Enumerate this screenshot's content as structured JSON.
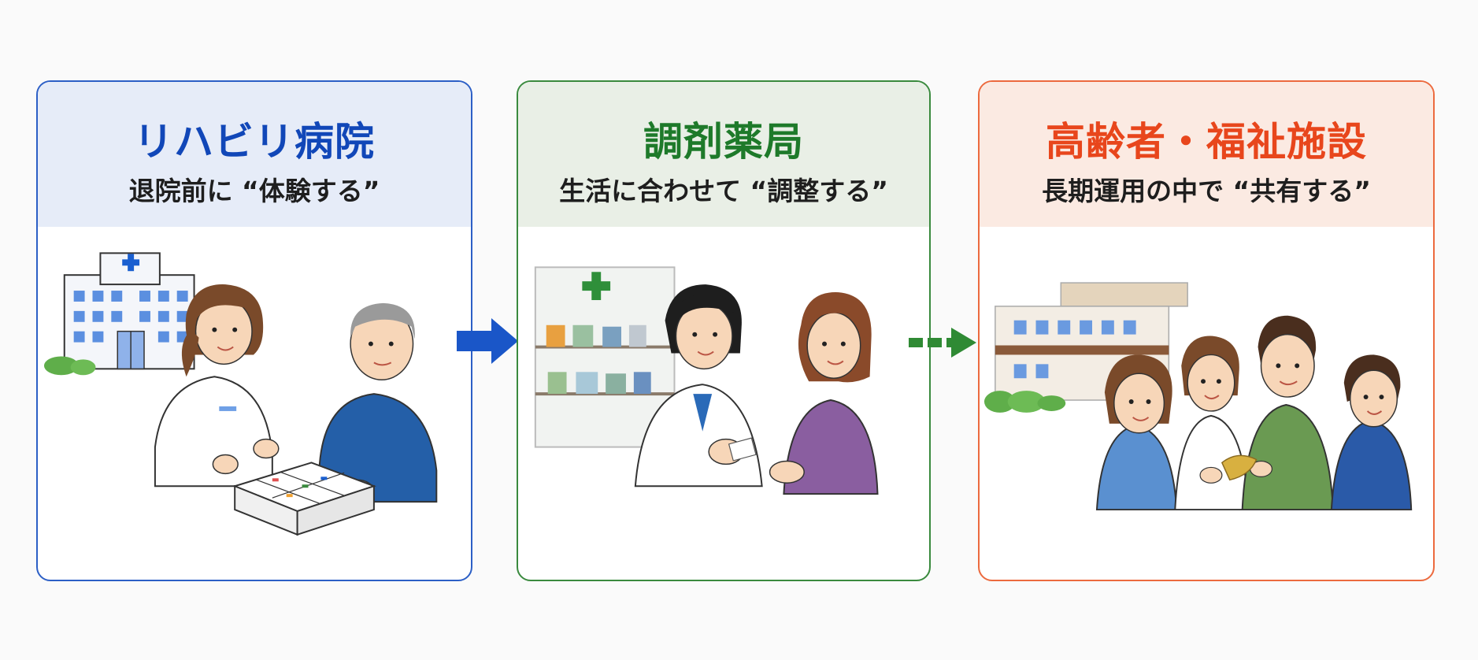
{
  "colors": {
    "blue_accent": "#1147b8",
    "blue_border": "#2c5fc6",
    "blue_head": "#e6ecf8",
    "green_accent": "#1e7a2a",
    "green_border": "#3a8a3e",
    "green_head": "#e9efe6",
    "orange_accent": "#e8461c",
    "orange_border": "#ec6a3e",
    "orange_head": "#fbeae2"
  },
  "panels": [
    {
      "title": "リハビリ病院",
      "subtitle": "退院前に “体験する”",
      "illustration": "hospital-staff-explaining-pill-organizer-to-elderly-man-icon"
    },
    {
      "title": "調剤薬局",
      "subtitle": "生活に合わせて “調整する”",
      "illustration": "pharmacist-talking-with-woman-icon"
    },
    {
      "title": "高齢者・福祉施設",
      "subtitle": "長期運用の中で “共有する”",
      "illustration": "care-staff-group-sharing-icon"
    }
  ],
  "arrows": [
    {
      "style": "solid",
      "icon": "solid-arrow-right-icon"
    },
    {
      "style": "dashed",
      "icon": "dashed-arrow-right-icon"
    }
  ]
}
